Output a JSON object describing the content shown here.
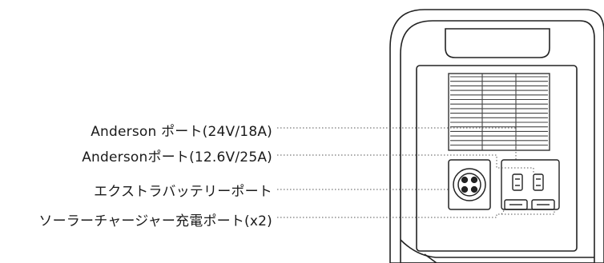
{
  "labels": [
    "Anderson ポート(24V/18A)",
    "Andersonポート(12.6V/25A)",
    "エクストラバッテリーポート",
    "ソーラーチャージャー充電ポート(x2)"
  ],
  "colors": {
    "line": "#222222",
    "text": "#1a1a1a",
    "leader": "#555555"
  }
}
